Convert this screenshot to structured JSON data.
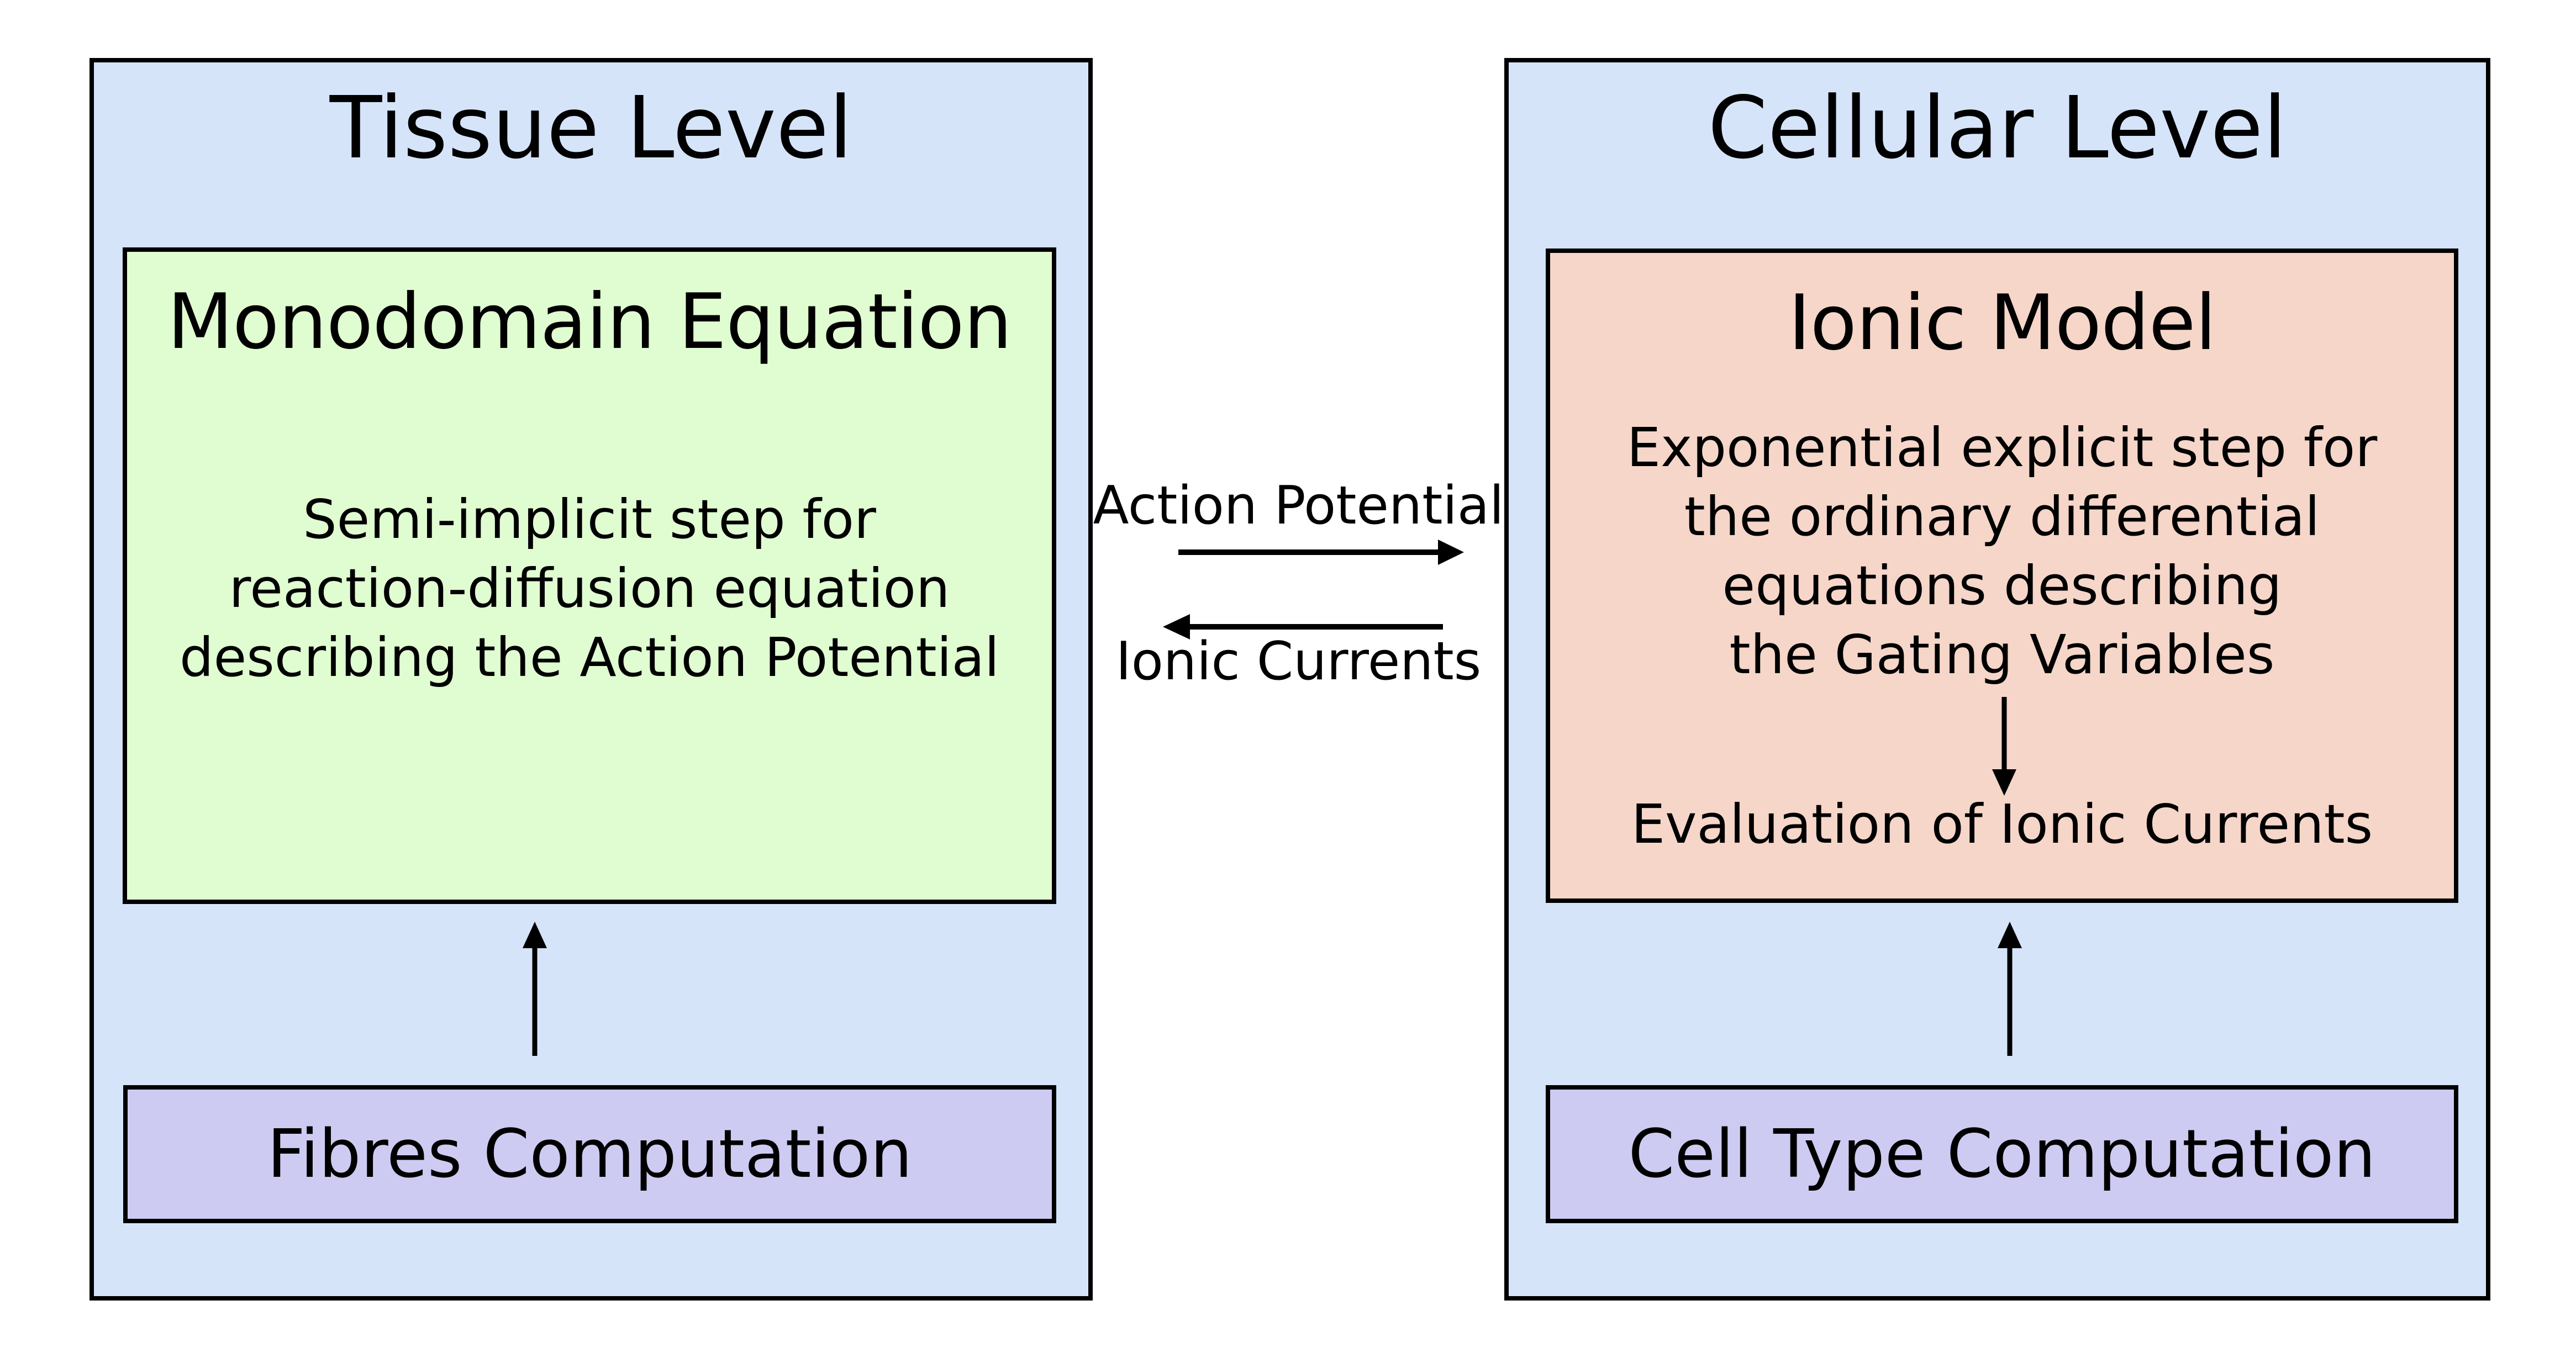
{
  "diagram": {
    "colors": {
      "background": "#ffffff",
      "panel_blue": "#d6e4fa",
      "box_green": "#e0fcd1",
      "box_pink": "#f5d6c8",
      "box_lavender": "#cecbf2",
      "line_black": "#000000"
    },
    "tissue": {
      "title": "Tissue Level",
      "monodomain": {
        "title": "Monodomain Equation",
        "body_lines": [
          "Semi-implicit step for",
          "reaction-diffusion equation",
          "describing the Action Potential"
        ]
      },
      "fibres_label": "Fibres Computation"
    },
    "cellular": {
      "title": "Cellular Level",
      "ionic": {
        "title": "Ionic Model",
        "body_lines": [
          "Exponential explicit step for",
          "the ordinary differential",
          "equations describing",
          "the Gating Variables"
        ],
        "evaluation_label": "Evaluation of Ionic Currents"
      },
      "cell_type_label": "Cell Type Computation"
    },
    "exchange": {
      "top_label": "Action Potential",
      "bottom_label": "Ionic Currents"
    }
  }
}
